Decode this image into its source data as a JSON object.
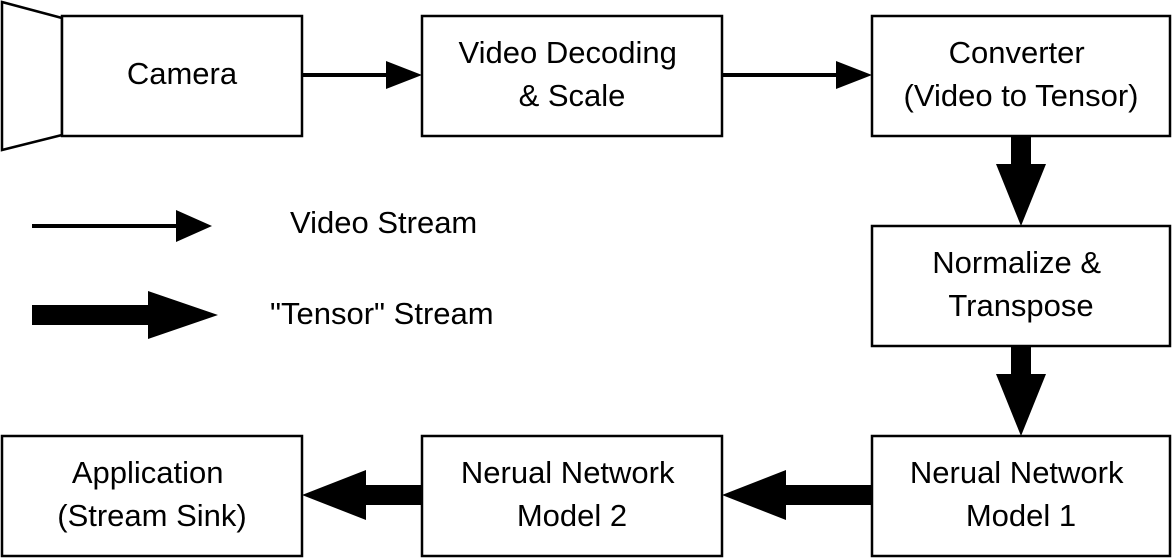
{
  "nodes": {
    "camera": {
      "lines": [
        "Camera"
      ]
    },
    "video_decoding": {
      "lines": [
        "Video Decoding",
        "& Scale"
      ]
    },
    "converter": {
      "lines": [
        "Converter",
        "(Video to Tensor)"
      ]
    },
    "normalize": {
      "lines": [
        "Normalize &",
        "Transpose"
      ]
    },
    "nn_model_1": {
      "lines": [
        "Nerual Network",
        "Model 1"
      ]
    },
    "nn_model_2": {
      "lines": [
        "Nerual Network",
        "Model 2"
      ]
    },
    "application": {
      "lines": [
        "Application",
        "(Stream Sink)"
      ]
    }
  },
  "legend": {
    "video_stream": "Video Stream",
    "tensor_stream": "\"Tensor\" Stream"
  },
  "edges": [
    {
      "from": "camera",
      "to": "video_decoding",
      "kind": "video"
    },
    {
      "from": "video_decoding",
      "to": "converter",
      "kind": "video"
    },
    {
      "from": "converter",
      "to": "normalize",
      "kind": "tensor"
    },
    {
      "from": "normalize",
      "to": "nn_model_1",
      "kind": "tensor"
    },
    {
      "from": "nn_model_1",
      "to": "nn_model_2",
      "kind": "tensor"
    },
    {
      "from": "nn_model_2",
      "to": "application",
      "kind": "tensor"
    }
  ],
  "colors": {
    "stroke": "#000000",
    "fill": "#ffffff"
  }
}
